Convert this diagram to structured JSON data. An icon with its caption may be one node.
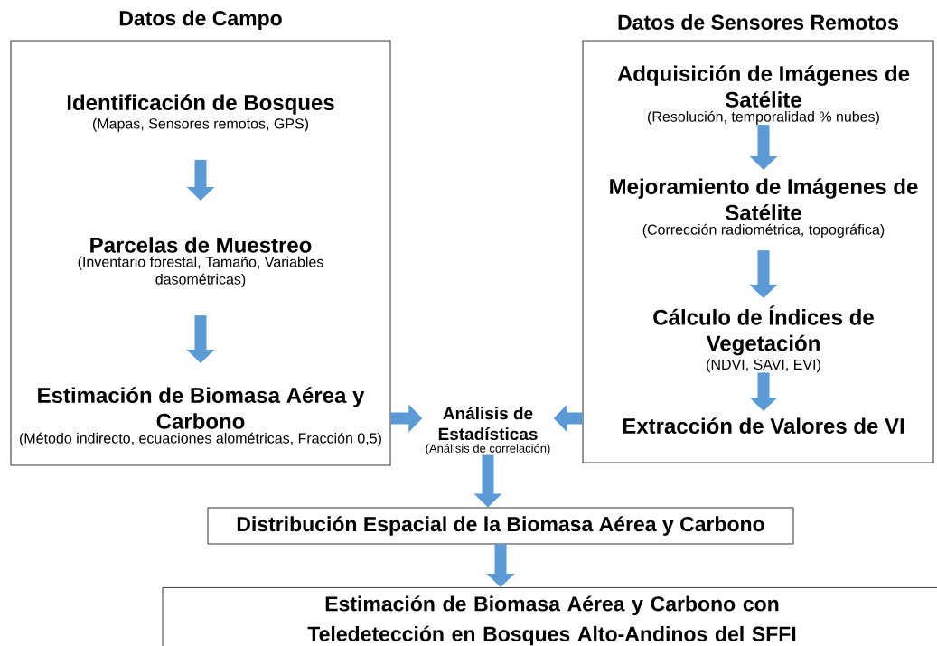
{
  "diagram": {
    "nodes": [
      {
        "text": [
          "Datos de Campo"
        ]
      },
      {
        "text": [
          "Identificación de Bosques",
          "(Mapas, Sensores remotos, GPS)"
        ],
        "in": 0
      },
      {
        "text": [
          "Parcelas de Muestreo",
          "(Inventario forestal, Tamaño, Variables dasométricas)"
        ],
        "in": 0
      },
      {
        "text": [
          "Estimación de Biomasa Aérea y Carbono",
          "(Método indirecto, ecuaciones alométricas, Fracción 0,5)"
        ],
        "in": 0
      },
      {
        "text": [
          "Datos de Sensores Remotos"
        ]
      },
      {
        "text": [
          "Adquisición de Imágenes de Satélite",
          "(Resolución, temporalidad % nubes)"
        ],
        "in": 4
      },
      {
        "text": [
          "Mejoramiento de Imágenes de Satélite",
          "(Corrección radiométrica, topográfica)"
        ],
        "in": 4
      },
      {
        "text": [
          "Cálculo de Índices de Vegetación",
          "(NDVI, SAVI, EVI)"
        ],
        "in": 4
      },
      {
        "text": [
          "Extracción de Valores de VI"
        ],
        "in": 4
      },
      {
        "text": [
          "Análisis de Estadísticas",
          "(Análisis de correlación)"
        ]
      },
      {
        "text": [
          "Distribución Espacial de la Biomasa Aérea y Carbono"
        ]
      },
      {
        "text": [
          "Estimación de Biomasa Aérea y Carbono con Teledetección en Bosques Alto-Andinos del SFFI"
        ]
      }
    ],
    "edges": [
      {
        "from": 1,
        "to": 2,
        "arrow": "to"
      },
      {
        "from": 2,
        "to": 3,
        "arrow": "to"
      },
      {
        "from": 5,
        "to": 6,
        "arrow": "to"
      },
      {
        "from": 6,
        "to": 7,
        "arrow": "to"
      },
      {
        "from": 7,
        "to": 8,
        "arrow": "to"
      },
      {
        "from": 0,
        "to": 9,
        "arrow": "to"
      },
      {
        "from": 4,
        "to": 9,
        "arrow": "to"
      },
      {
        "from": 9,
        "to": 10,
        "arrow": "to"
      },
      {
        "from": 10,
        "to": 11,
        "arrow": "to"
      }
    ]
  }
}
